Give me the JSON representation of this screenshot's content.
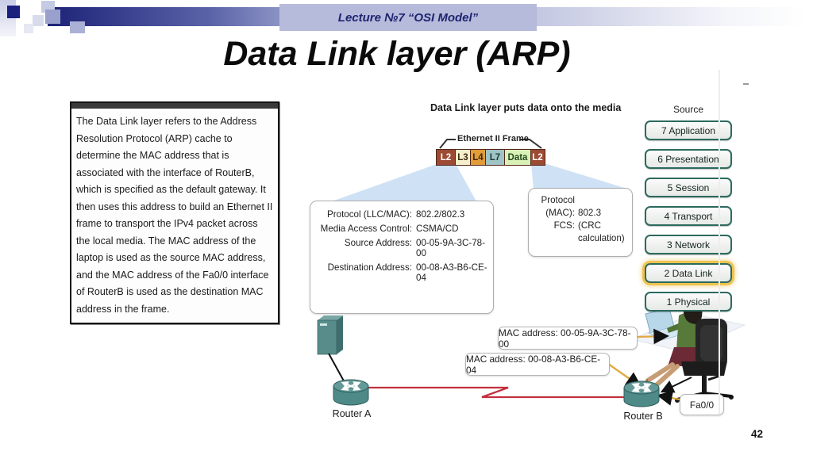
{
  "banner": {
    "lecture_label": "Lecture  №7 “OSI Model”"
  },
  "title": "Data Link layer (ARP)",
  "page_number": "42",
  "note_box": {
    "text": "The Data Link layer refers to the Address Resolution Protocol (ARP) cache to determine the MAC address that is associated with the interface of RouterB, which is specified as the default gateway. It then uses this address to build an Ethernet II frame to transport the IPv4 packet across the local media. The MAC address of the laptop is used as the source MAC address, and the MAC address of the Fa0/0 interface of RouterB is used as the destination MAC address in the frame."
  },
  "diagram": {
    "heading": "Data Link layer puts data onto the media",
    "frame": {
      "label": "Ethernet II Frame",
      "segments": [
        {
          "label": "L2",
          "bg": "#9c4a33",
          "fg": "#ffffff"
        },
        {
          "label": "L3",
          "bg": "#f5f0cb",
          "fg": "#3a2a14"
        },
        {
          "label": "L4",
          "bg": "#e29c38",
          "fg": "#3a2a14"
        },
        {
          "label": "L7",
          "bg": "#9fc4c6",
          "fg": "#1f3a3a"
        },
        {
          "label": "Data",
          "bg": "#d9f0b6",
          "fg": "#234a1f"
        },
        {
          "label": "L2",
          "bg": "#9c4a33",
          "fg": "#ffffff"
        }
      ]
    },
    "llc_box": {
      "rows": [
        {
          "label": "Protocol (LLC/MAC):",
          "value": "802.2/802.3"
        },
        {
          "label": "Media Access Control:",
          "value": "CSMA/CD"
        },
        {
          "label": "Source Address:",
          "value": "00-05-9A-3C-78-00"
        },
        {
          "label": "Destination Address:",
          "value": "00-08-A3-B6-CE-04"
        }
      ]
    },
    "mac_box": {
      "rows": [
        {
          "label": "Protocol",
          "value": ""
        },
        {
          "label": "(MAC):",
          "value": "802.3"
        },
        {
          "label": "FCS:",
          "value": "(CRC"
        },
        {
          "label": "",
          "value": "calculation)"
        }
      ]
    },
    "osi": {
      "caption": "Source",
      "layers": [
        "7 Application",
        "6 Presentation",
        "5 Session",
        "4 Transport",
        "3 Network",
        "2 Data Link",
        "1 Physical"
      ],
      "highlighted": "2 Data Link"
    },
    "labels": {
      "mac1": "MAC address: 00-05-9A-3C-78-00",
      "mac2": "MAC address: 00-08-A3-B6-CE-04",
      "fa": "Fa0/0",
      "router_a": "Router A",
      "router_b": "Router B"
    }
  },
  "colors": {
    "banner_navy": "#1d2277",
    "banner_lavender": "#b6badb",
    "beam_blue": "#cfe1f5",
    "accent_orange": "#e2a93f",
    "link_red": "#c2303c",
    "device_teal": "#4e8a88",
    "osi_border": "#2c6a5e",
    "highlight_yellow": "#eec34f"
  }
}
